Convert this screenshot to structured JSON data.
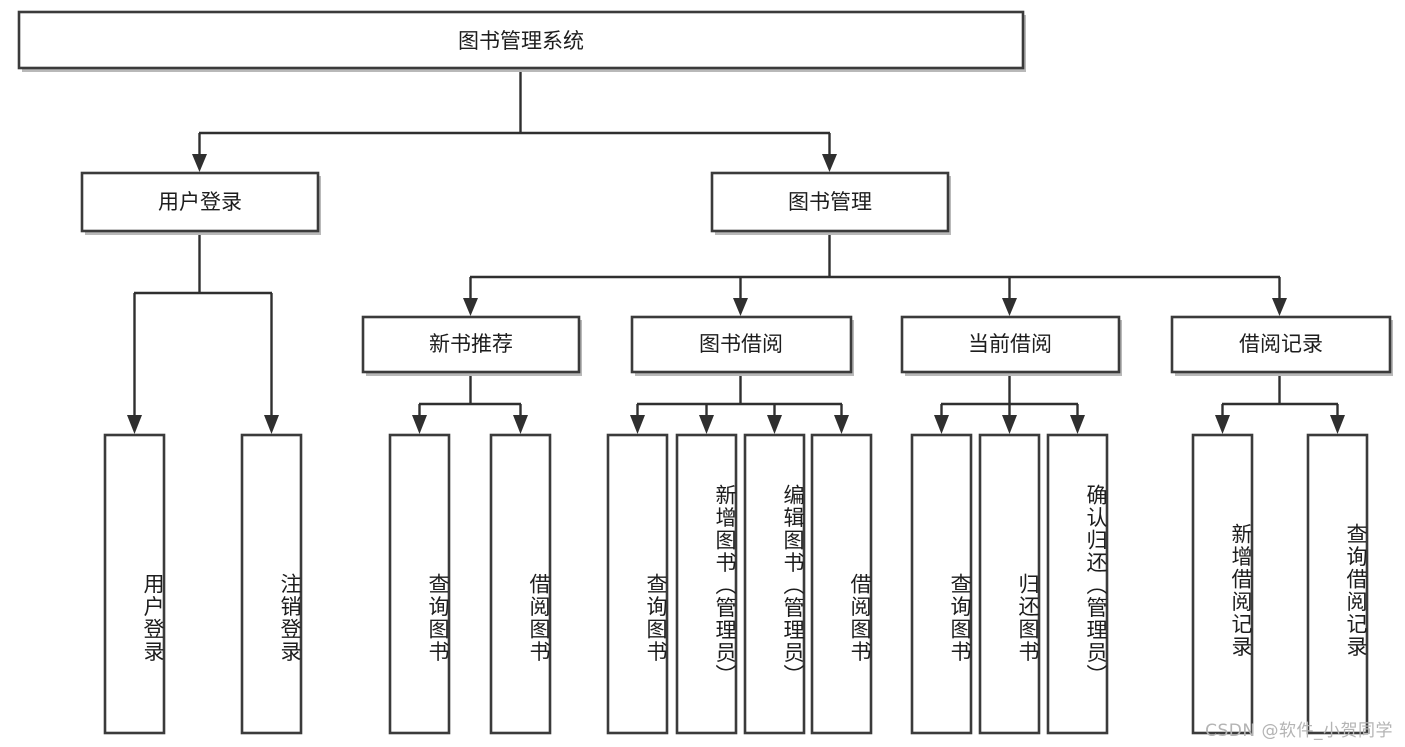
{
  "diagram": {
    "type": "hierarchy-tree",
    "title": "图书管理系统",
    "orientation": "top-down",
    "colors": {
      "box_border": "#3b3b3b",
      "box_fill": "#ffffff",
      "connector": "#2f2f2f",
      "text": "#1d1d1d",
      "background": "#ffffff",
      "watermark": "#b4b4b4"
    }
  },
  "root": {
    "label": "图书管理系统"
  },
  "level2": [
    {
      "label": "用户登录"
    },
    {
      "label": "图书管理"
    }
  ],
  "level3": [
    {
      "label": "新书推荐"
    },
    {
      "label": "图书借阅"
    },
    {
      "label": "当前借阅"
    },
    {
      "label": "借阅记录"
    }
  ],
  "leaves": {
    "user_login": [
      {
        "label": "用户登录"
      },
      {
        "label": "注销登录"
      }
    ],
    "new_book_recommend": [
      {
        "label": "查询图书"
      },
      {
        "label": "借阅图书"
      }
    ],
    "book_borrow": [
      {
        "label": "查询图书"
      },
      {
        "label": "新增图书（管理员）"
      },
      {
        "label": "编辑图书（管理员）"
      },
      {
        "label": "借阅图书"
      }
    ],
    "current_borrow": [
      {
        "label": "查询图书"
      },
      {
        "label": "归还图书"
      },
      {
        "label": "确认归还（管理员）"
      }
    ],
    "borrow_record": [
      {
        "label": "新增借阅记录"
      },
      {
        "label": "查询借阅记录"
      }
    ]
  },
  "watermark": {
    "text": "CSDN @软件_小贺同学"
  }
}
